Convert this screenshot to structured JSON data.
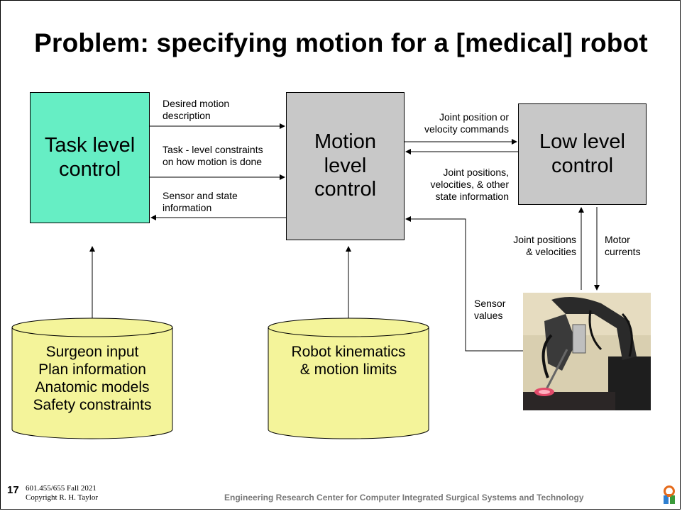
{
  "title": "Problem: specifying motion for a [medical] robot",
  "boxes": {
    "task": "Task level\ncontrol",
    "motion": "Motion\nlevel\ncontrol",
    "low": "Low level\ncontrol"
  },
  "labels": {
    "desired_motion": "Desired motion\ndescription",
    "task_constraints": "Task - level constraints\non how motion is done",
    "sensor_state": "Sensor and state\ninformation",
    "joint_commands": "Joint position or\nvelocity commands",
    "joint_state": "Joint positions,\nvelocities, & other\nstate information",
    "joint_pos_vel": "Joint positions\n& velocities",
    "motor_currents": "Motor\ncurrents",
    "sensor_values": "Sensor\nvalues"
  },
  "databases": {
    "surgeon": "Surgeon input\nPlan information\nAnatomic models\nSafety constraints",
    "kinematics": "Robot kinematics\n& motion limits"
  },
  "footer": {
    "slide_number": "17",
    "course": "601.455/655 Fall 2021\nCopyright R. H. Taylor",
    "center": "Engineering Research Center for Computer Integrated Surgical Systems and Technology"
  },
  "colors": {
    "task_box": "#66eec4",
    "control_box": "#c8c8c8",
    "database": "#f4f49a"
  }
}
